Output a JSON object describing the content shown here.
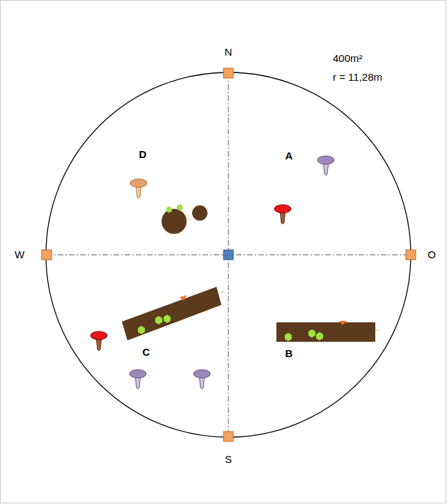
{
  "diagram": {
    "labels": [
      "N",
      "S",
      "W",
      "O",
      "A",
      "B",
      "C",
      "D",
      "400m²",
      "r = 11,28m"
    ]
  }
}
